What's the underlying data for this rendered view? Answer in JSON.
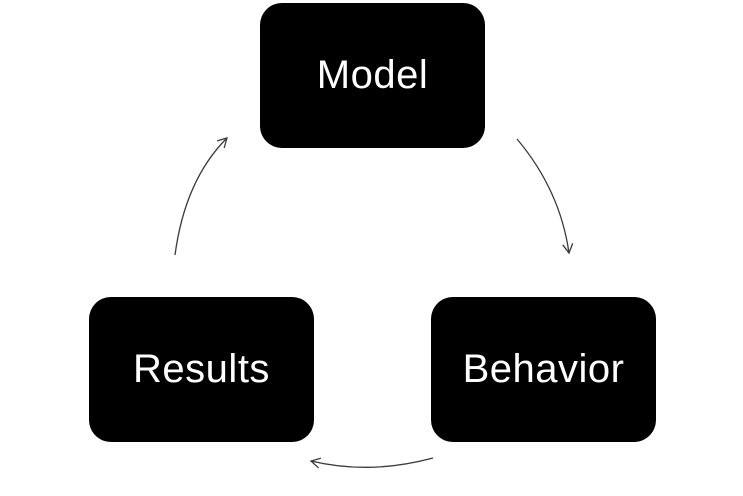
{
  "diagram": {
    "type": "cycle",
    "nodes": [
      {
        "id": "model",
        "label": "Model"
      },
      {
        "id": "behavior",
        "label": "Behavior"
      },
      {
        "id": "results",
        "label": "Results"
      }
    ],
    "edges": [
      {
        "from": "model",
        "to": "behavior"
      },
      {
        "from": "behavior",
        "to": "results"
      },
      {
        "from": "results",
        "to": "model"
      }
    ],
    "colors": {
      "node_fill": "#000000",
      "node_text": "#ffffff",
      "arrow": "#3a3a3a",
      "background": "#ffffff"
    }
  }
}
